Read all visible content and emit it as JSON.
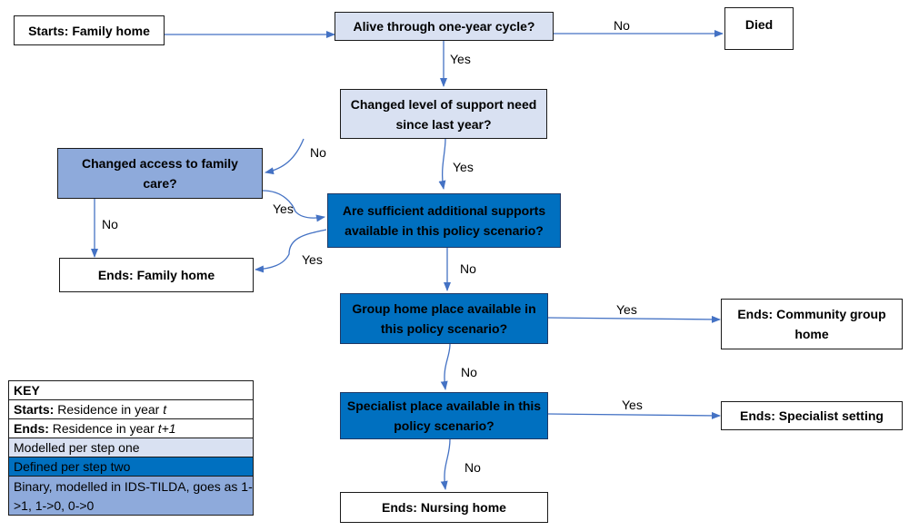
{
  "nodes": {
    "start": "Starts: Family home",
    "alive": "Alive through one-year cycle?",
    "died": "Died",
    "changed_support": "Changed level of support need since last year?",
    "family_care": "Changed access to family care?",
    "sufficient": "Are sufficient additional supports available in this policy scenario?",
    "ends_family": "Ends: Family home",
    "group_home": "Group home place available in this policy scenario?",
    "ends_community": "Ends: Community group home",
    "specialist": "Specialist place available in this policy scenario?",
    "ends_specialist": "Ends: Specialist setting",
    "ends_nursing": "Ends: Nursing home"
  },
  "edges": {
    "alive_no": "No",
    "alive_yes": "Yes",
    "support_no": "No",
    "support_yes": "Yes",
    "family_no": "No",
    "family_yes": "Yes",
    "sufficient_yes": "Yes",
    "sufficient_no": "No",
    "group_yes": "Yes",
    "group_no": "No",
    "specialist_yes": "Yes",
    "specialist_no": "No"
  },
  "key": {
    "title": "KEY",
    "starts_label": "Starts:",
    "starts_text": " Residence in year ",
    "starts_var": "t",
    "ends_label": "Ends:",
    "ends_text": " Residence in year ",
    "ends_var": "t+1",
    "step_one": "Modelled per step one",
    "step_two": "Defined per step two",
    "binary": "Binary, modelled in IDS-TILDA, goes as 1->1, 1->0, 0->0"
  },
  "colors": {
    "light": "#d9e1f2",
    "mid": "#8eaadb",
    "dark": "#0070c0",
    "arrow": "#4472c4"
  }
}
